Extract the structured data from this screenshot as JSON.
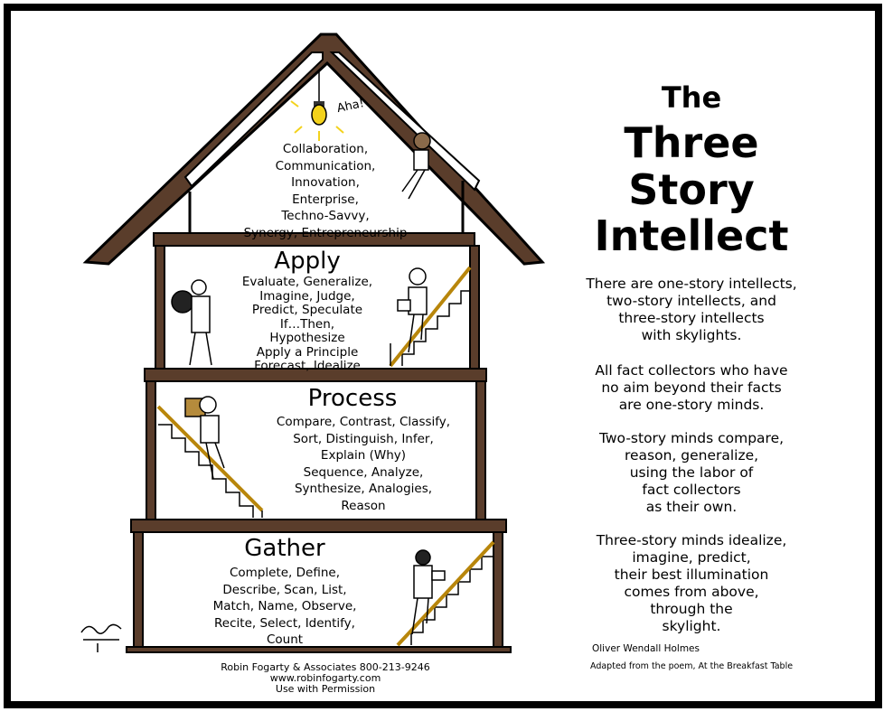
{
  "attic": {
    "exclamation": "Aha!",
    "lines": [
      "Collaboration,",
      "Communication,",
      "Innovation,",
      "Enterprise,",
      "Techno-Savvy,",
      "Synergy,  Entrepreneurship"
    ]
  },
  "apply": {
    "title": "Apply",
    "lines": [
      "Evaluate, Generalize,",
      "Imagine, Judge,",
      "Predict, Speculate",
      "If…Then,",
      "Hypothesize",
      "Apply a Principle",
      "Forecast, Idealize"
    ]
  },
  "process": {
    "title": "Process",
    "lines": [
      "Compare, Contrast, Classify,",
      "Sort,  Distinguish,  Infer,",
      "Explain (Why)",
      "Sequence,   Analyze,",
      "Synthesize,  Analogies,",
      "Reason"
    ]
  },
  "gather": {
    "title": "Gather",
    "lines": [
      "Complete,   Define,",
      "Describe,    Scan,   List,",
      "Match,  Name,  Observe,",
      "Recite, Select, Identify,",
      "Count"
    ]
  },
  "credit": {
    "lines": [
      "Robin Fogarty & Associates 800-213-9246",
      "www.robinfogarty.com",
      "Use with Permission"
    ]
  },
  "heading": {
    "line1": "The",
    "line2": "Three",
    "line3": "Story",
    "line4": "Intellect"
  },
  "poem": {
    "p1": [
      "There are one-story intellects,",
      "two-story intellects, and",
      "three-story intellects",
      "with skylights."
    ],
    "p2": [
      "All fact collectors who have",
      "no aim beyond their facts",
      "are one-story minds."
    ],
    "p3": [
      "Two-story minds compare,",
      "reason, generalize,",
      "using the labor of",
      "fact collectors",
      "as their own."
    ],
    "p4": [
      "Three-story minds idealize,",
      "imagine, predict,",
      "their best illumination",
      "comes from above,",
      "through the",
      "skylight."
    ]
  },
  "attribution": {
    "author": "Oliver Wendall Holmes",
    "source": "Adapted from the poem, At the Breakfast Table"
  },
  "colors": {
    "wall": "#5a3d2b",
    "bulb": "#f3d21c",
    "rail": "#b8860b"
  }
}
